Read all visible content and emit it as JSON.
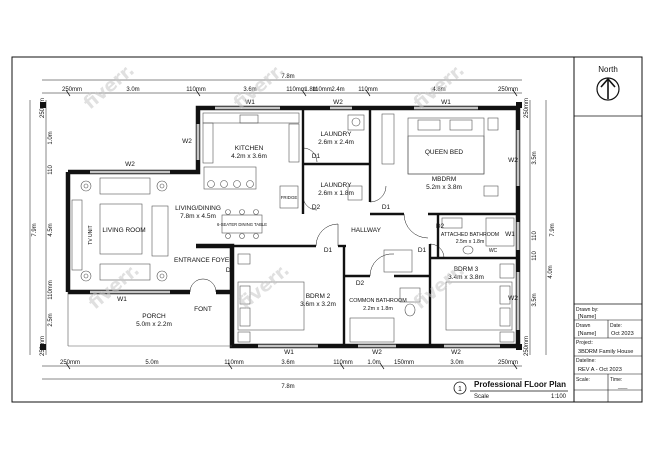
{
  "drawing": {
    "overall_width_top": "7.8m",
    "overall_width_bottom": "7.8m",
    "overall_height_left": "7.9m",
    "overall_height_right": "7.9m",
    "top_dims": [
      "250mm",
      "3.0m",
      "110mm",
      "3.6m",
      "110mm",
      "1.8m",
      "110mm",
      "2.4m",
      "110mm",
      "4.8m",
      "250mm"
    ],
    "bottom_dims": [
      "250mm",
      "5.0m",
      "110mm",
      "3.6m",
      "110mm",
      "1.0m",
      "150mm",
      "3.0m",
      "250mm"
    ],
    "left_dims": [
      "250mm",
      "1.0m",
      "110",
      "4.5m",
      "110mm",
      "2.5m",
      "250mm"
    ],
    "right_dims": [
      "250mm",
      "3.5m",
      "110",
      "110",
      "3.5m",
      "4.0m",
      "250mm"
    ],
    "windows": [
      "W1",
      "W1",
      "W1",
      "W2",
      "W2",
      "W2",
      "W2",
      "W1",
      "W2",
      "W2",
      "W1",
      "W2"
    ],
    "doors": [
      "D1",
      "D2",
      "D1",
      "D1",
      "D2",
      "D1",
      "D2",
      "D1"
    ],
    "rooms": {
      "kitchen": {
        "name": "KITCHEN",
        "size": "4.2m x 3.6m"
      },
      "laundry1": {
        "name": "LAUNDRY",
        "size": "2.6m x 2.4m"
      },
      "laundry2": {
        "name": "LAUNDRY",
        "size": "2.6m x 1.8m"
      },
      "mbdrm": {
        "name": "MBDRM",
        "size": "5.2m x 3.8m"
      },
      "queen_bed": "QUEEN BED",
      "living_dining": {
        "name": "LIVING/DINING",
        "size": "7.8m x 4.5m"
      },
      "living_room": "LIVING ROOM",
      "tv_unit": "TV UNIT",
      "dining_table": "6-SEATER DINING TABLE",
      "hallway": "HALLWAY",
      "fridge": "FRIDGE",
      "attached_bathroom": {
        "name": "ATTACHED BATHROOM",
        "size": "2.5m x 1.8m"
      },
      "wc": "WC",
      "bdrm3": {
        "name": "BDRM 3",
        "size": "3.4m x 3.8m"
      },
      "entrance": "ENTRANCE FOYER",
      "font": "FONT",
      "bdrm2": {
        "name": "BDRM 2",
        "size": "3.6m x 3.2m"
      },
      "common_bathroom": {
        "name": "COMMON BATHROOM",
        "size": "2.2m x 1.8m"
      },
      "porch": {
        "name": "PORCH",
        "size": "5.0m x 2.2m"
      }
    },
    "plan_title": {
      "number": "1",
      "title": "Professional FLoor Plan",
      "scale_label": "Scale",
      "scale_value": "1:100"
    }
  },
  "title_block": {
    "north_label": "North",
    "drawn_by_label": "Drawn by:",
    "drawn_by_value": "[Name]",
    "drawn_label": "Drawn",
    "drawn_value": "[Name]",
    "date_label": "Date:",
    "date_value": "Oct 2023",
    "project_label": "Project:",
    "project_value": "3BDRM Family House",
    "dateline_label": "Dateline:",
    "dateline_value": "REV A - Oct 2023",
    "scale_label": "Scale:",
    "scale_value": "",
    "time_label": "Time:",
    "time_value": "___"
  },
  "watermark": {
    "text": "fiverr."
  },
  "colors": {
    "line": "#111111",
    "furniture": "#555555",
    "watermark": "#c8c8c8"
  }
}
